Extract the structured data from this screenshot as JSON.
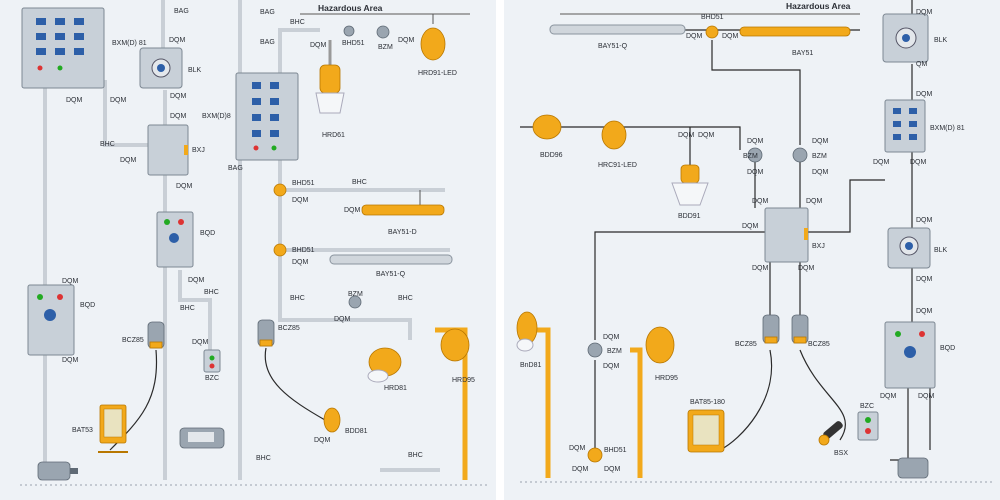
{
  "left_panel": {
    "area_title": "Hazardous Area",
    "labels": {
      "dqm": "DQM",
      "bag": "BAG",
      "bhc": "BHC",
      "bhd51": "BHD51",
      "bzm": "BZM",
      "hrd91_led": "HRD91-LED",
      "hrd61": "HRD61",
      "bxm_d81": "BXM(D) 81",
      "bxm_d8": "BXM(D)8",
      "blk": "BLK",
      "bxj": "BXJ",
      "bqd": "BQD",
      "bay51_d": "BAY51-D",
      "bay51_q": "BAY51-Q",
      "bcz85": "BCZ85",
      "bzc": "BZC",
      "bat53": "BAT53",
      "hrd81": "HRD81",
      "hrd95": "HRD95",
      "bdd81": "BDD81"
    }
  },
  "right_panel": {
    "area_title": "Hazardous Area",
    "labels": {
      "dqm": "DQM",
      "bhd51": "BHD51",
      "bay51_q": "BAY51-Q",
      "bay51": "BAY51",
      "bdd96": "BDD96",
      "hrc91_led": "HRC91-LED",
      "bdd91": "BDD91",
      "bzm": "BZM",
      "bxj": "BXJ",
      "blk": "BLK",
      "qm": "QM",
      "bxm_d81": "BXM(D) 81",
      "bqd": "BQD",
      "bnd81": "BnD81",
      "hrd95": "HRD95",
      "bcz85": "BCZ85",
      "bat85_180": "BAT85-180",
      "bsx": "BSX",
      "bzc": "BZC"
    }
  },
  "colors": {
    "background": "#eef2f6",
    "conduit": "#c9cfd6",
    "wire": "#2a2a2a",
    "fixture_yellow": "#f2a91b",
    "box_gray": "#c8d0d8",
    "button_blue": "#2d5fa8",
    "divider": "#ffffff"
  }
}
